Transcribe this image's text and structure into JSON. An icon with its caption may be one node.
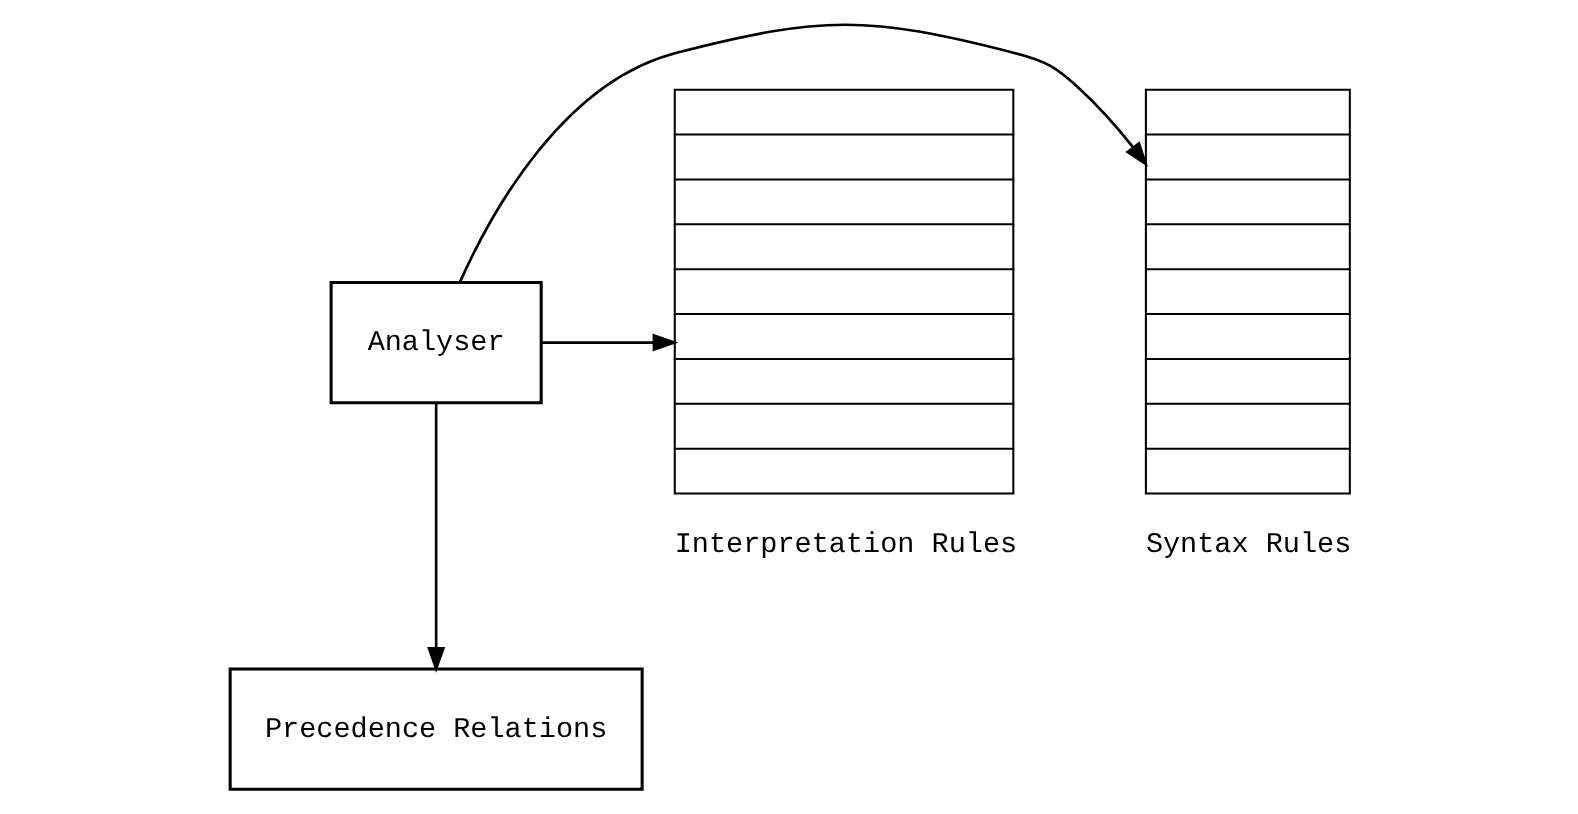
{
  "diagram": {
    "nodes": [
      {
        "text": [
          "Syntax Rules"
        ]
      },
      {
        "text": [
          "Analyser"
        ]
      },
      {
        "text": [
          "Interpretation Rules"
        ]
      },
      {
        "text": [
          "Precedence Relations"
        ]
      }
    ],
    "edges": [
      {
        "from": 1,
        "to": 0,
        "arrow": "to"
      },
      {
        "from": 1,
        "to": 2,
        "arrow": "to"
      },
      {
        "from": 1,
        "to": 3,
        "arrow": "to"
      }
    ]
  }
}
